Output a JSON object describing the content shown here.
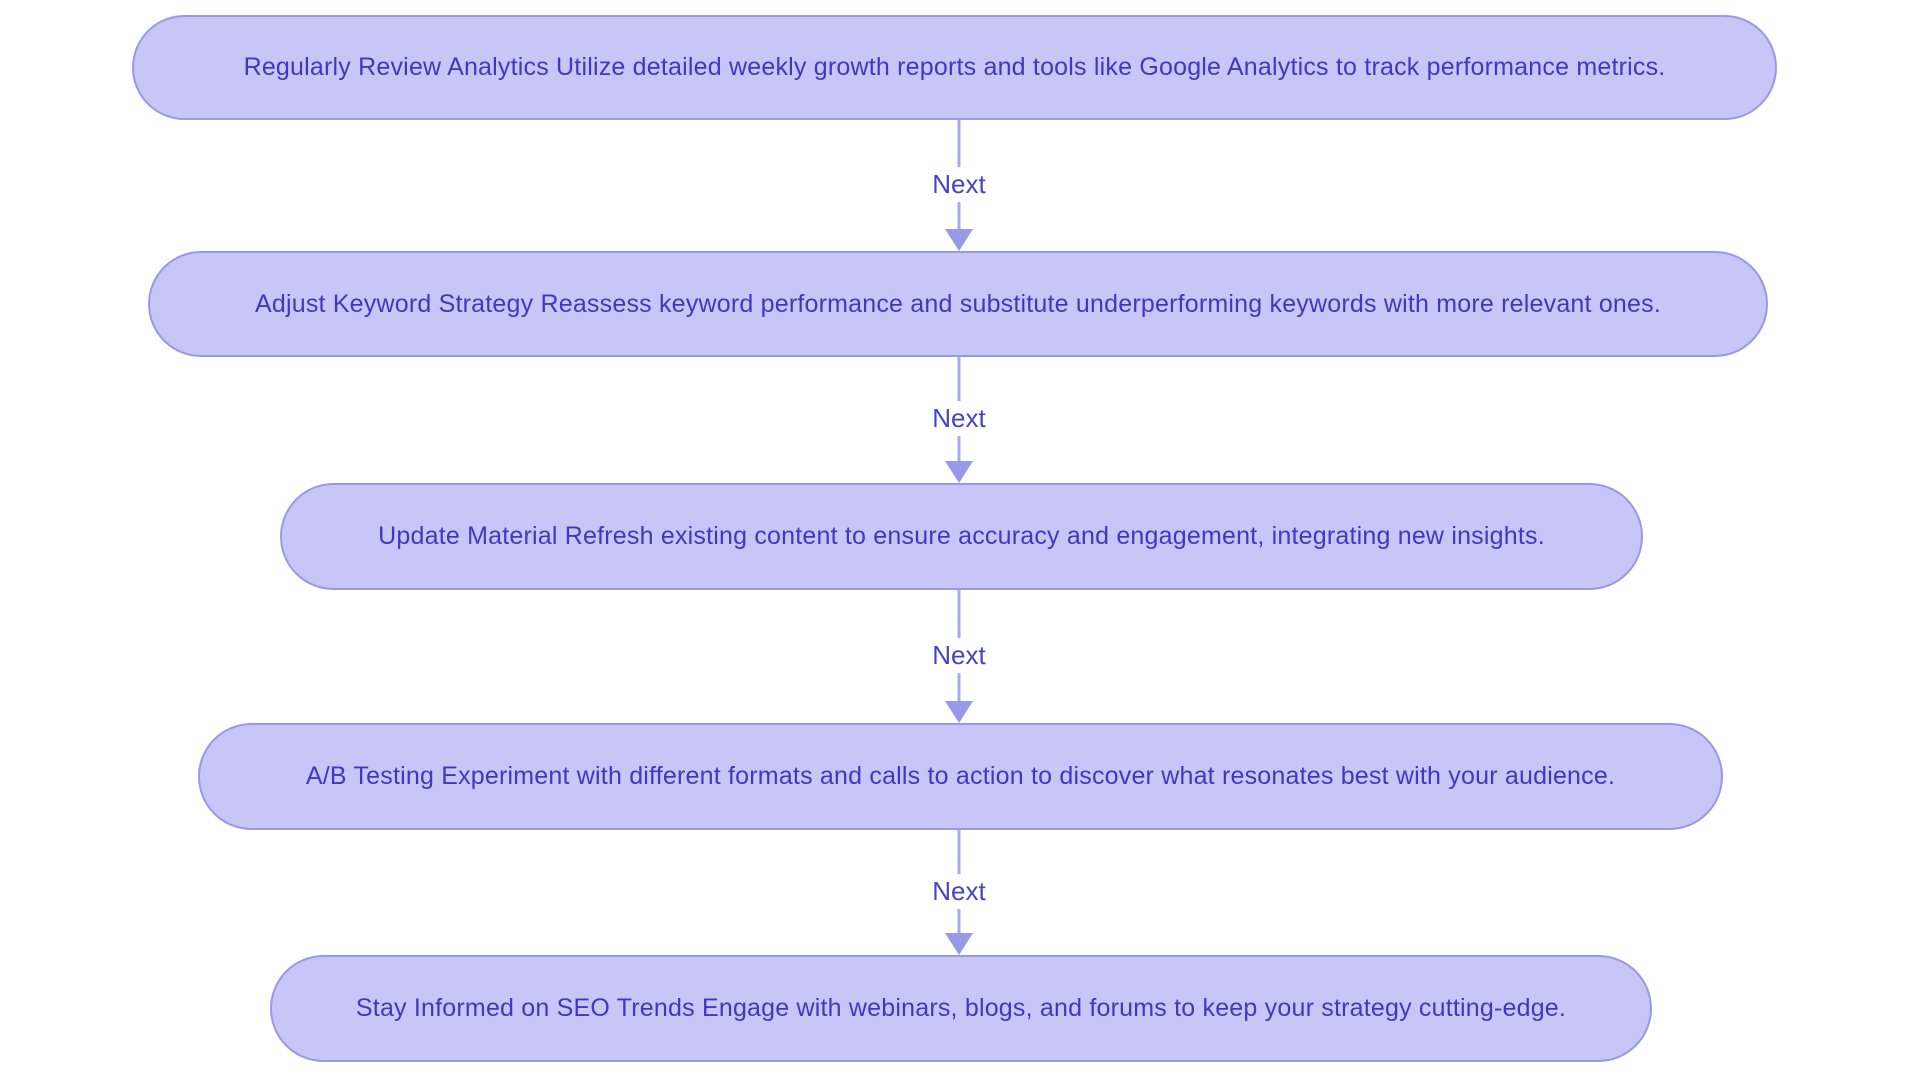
{
  "flowchart": {
    "nodes": [
      {
        "text": "Regularly Review Analytics Utilize detailed weekly growth reports and tools like Google Analytics to track performance metrics."
      },
      {
        "text": "Adjust Keyword Strategy Reassess keyword performance and substitute underperforming keywords with more relevant ones."
      },
      {
        "text": "Update Material Refresh existing content to ensure accuracy and engagement, integrating new insights."
      },
      {
        "text": "A/B Testing Experiment with different formats and calls to action to discover what resonates best with your audience."
      },
      {
        "text": "Stay Informed on SEO Trends Engage with webinars, blogs, and forums to keep your strategy cutting-edge."
      }
    ],
    "connectors": [
      {
        "label": "Next"
      },
      {
        "label": "Next"
      },
      {
        "label": "Next"
      },
      {
        "label": "Next"
      }
    ],
    "colors": {
      "node_fill": "#c6c7f6",
      "node_border": "#9a98e8",
      "node_text": "#4138c2",
      "edge_line": "#a6a8f0",
      "edge_arrowhead": "#989ae9",
      "edge_label_text": "#4743c9",
      "background": "#ffffff"
    }
  }
}
